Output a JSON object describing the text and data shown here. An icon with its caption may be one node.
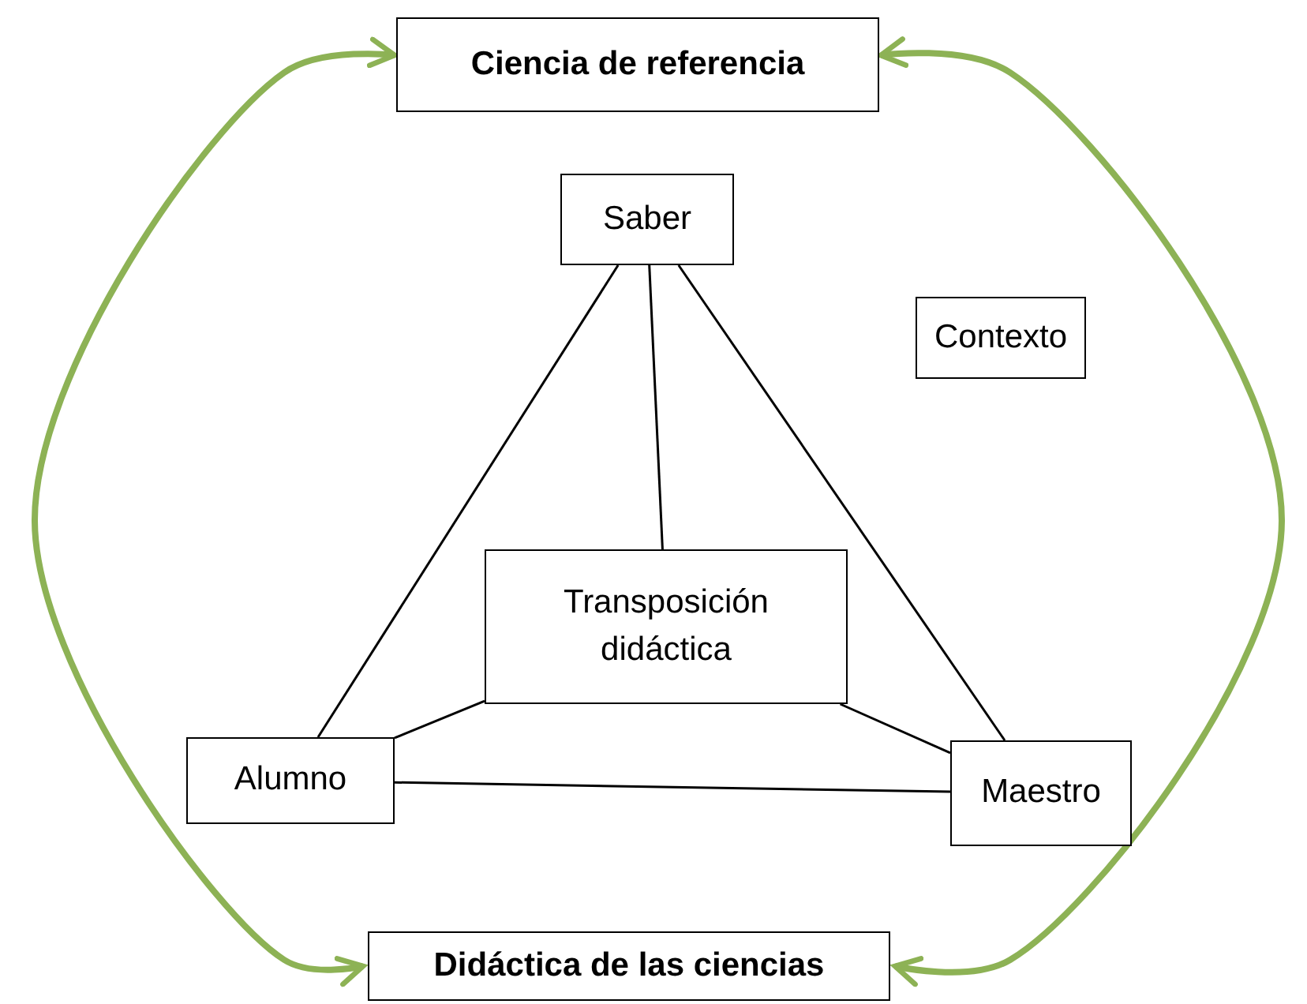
{
  "diagram": {
    "nodes": [
      {
        "text": [
          "Ciencia de referencia"
        ]
      },
      {
        "text": [
          "Saber"
        ]
      },
      {
        "text": [
          "Contexto"
        ]
      },
      {
        "text": [
          "Transposición didáctica"
        ]
      },
      {
        "text": [
          "Alumno"
        ]
      },
      {
        "text": [
          "Maestro"
        ]
      },
      {
        "text": [
          "Didáctica de las ciencias"
        ]
      }
    ],
    "edges": [
      {
        "from": 0,
        "to": 6,
        "arrow": "both",
        "style": "thick",
        "color": "#8db255"
      },
      {
        "from": 0,
        "to": 6,
        "arrow": "both",
        "style": "thick",
        "color": "#8db255"
      },
      {
        "from": 1,
        "to": 4,
        "arrow": "none"
      },
      {
        "from": 1,
        "to": 5,
        "arrow": "none"
      },
      {
        "from": 1,
        "to": 3,
        "arrow": "none"
      },
      {
        "from": 3,
        "to": 4,
        "arrow": "none"
      },
      {
        "from": 3,
        "to": 5,
        "arrow": "none"
      },
      {
        "from": 4,
        "to": 5,
        "arrow": "none"
      }
    ]
  }
}
